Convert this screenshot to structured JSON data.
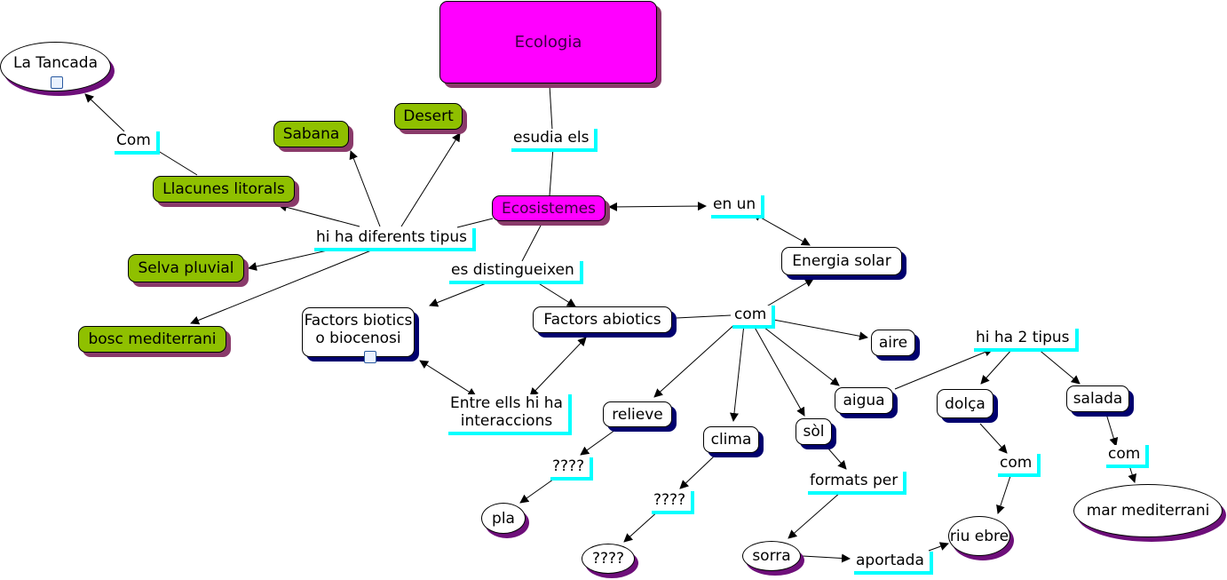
{
  "concepts": {
    "ecologia": "Ecologia",
    "ecosistemes": "Ecosistemes",
    "la_tancada": "La Tancada",
    "sabana": "Sabana",
    "desert": "Desert",
    "llacunes_litorals": "Llacunes litorals",
    "selva_pluvial": "Selva pluvial",
    "bosc_mediterrani": "bosc mediterrani",
    "factors_biotics_l1": "Factors biotics",
    "factors_biotics_l2": "o biocenosi",
    "factors_abiotics": "Factors abiotics",
    "energia_solar": "Energia solar",
    "aire": "aire",
    "aigua": "aigua",
    "relieve": "relieve",
    "clima": "clima",
    "sol": "sòl",
    "dolca": "dolça",
    "salada": "salada",
    "pla": "pla",
    "unknown_clima_result": "????",
    "sorra": "sorra",
    "riu_ebre": "riu ebre",
    "mar_mediterrani": "mar mediterrani"
  },
  "linking_phrases": {
    "esudia_els": "esudia els",
    "com_tancada": "Com",
    "hi_ha_diferents_tipus": "hi ha diferents tipus",
    "en_un": "en un",
    "es_distingueixen": "es distingueixen",
    "entre_ells_l1": "Entre ells hi ha",
    "entre_ells_l2": "interaccions",
    "com_abiotics": "com",
    "hi_ha_2_tipus": "hi ha 2 tipus",
    "relieve_q": "????",
    "clima_q": "????",
    "formats_per": "formats per",
    "com_dolca": "com",
    "com_salada": "com",
    "aportada": "aportada"
  },
  "icons": {
    "la_tancada": "document-resource-icon",
    "factors_biotics": "submap-resource-icon"
  },
  "colors": {
    "main_concept": "#ff00ff",
    "category_concept": "#8fc000",
    "linking_underline": "#00ffff",
    "white_shadow": "#00006e",
    "ellipse_shadow": "#6e0f7a",
    "pink_shadow": "#8a3a6a"
  }
}
